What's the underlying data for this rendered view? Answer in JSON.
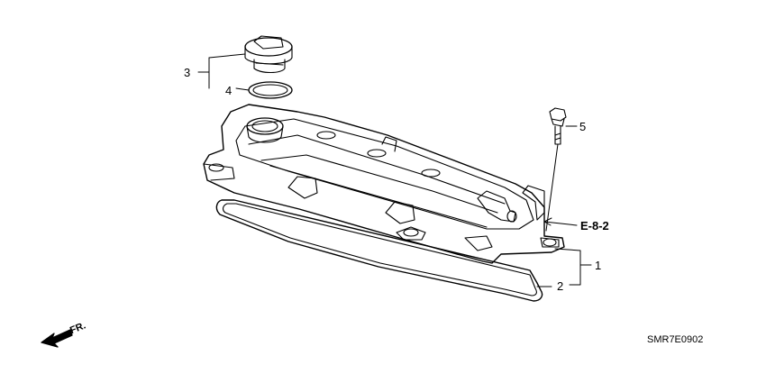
{
  "callouts": {
    "c1": "1",
    "c2": "2",
    "c3": "3",
    "c4": "4",
    "c5": "5"
  },
  "reference": "E-8-2",
  "front_label": "FR.",
  "diagram_code": "SMR7E0902"
}
